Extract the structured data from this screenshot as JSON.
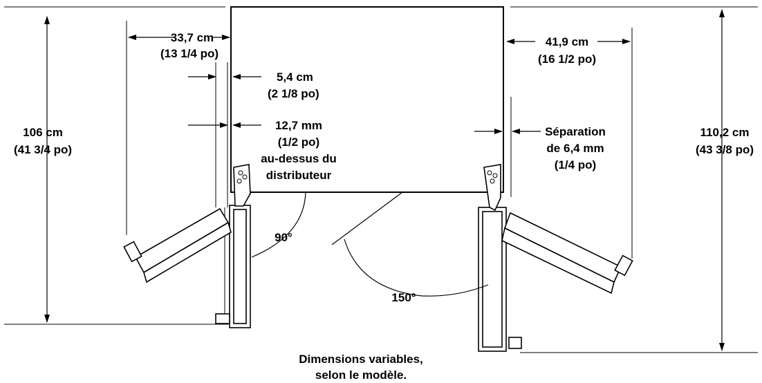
{
  "labels": {
    "height_left_cm": "106 cm",
    "height_left_in": "(41 3/4 po)",
    "height_right_cm": "110,2 cm",
    "height_right_in": "(43 3/8 po)",
    "width_left_cm": "33,7 cm",
    "width_left_in": "(13 1/4 po)",
    "width_right_cm": "41,9 cm",
    "width_right_in": "(16 1/2 po)",
    "gap_left_cm": "5,4 cm",
    "gap_left_in": "(2 1/8 po)",
    "gap_dispenser_line1": "12,7 mm",
    "gap_dispenser_line2": "(1/2 po)",
    "gap_dispenser_line3": "au-dessus du",
    "gap_dispenser_line4": "distributeur",
    "separation_line1": "Séparation",
    "separation_line2": "de 6,4 mm",
    "separation_line3": "(1/4 po)",
    "angle_90": "90°",
    "angle_150": "150°",
    "note_line1": "Dimensions variables,",
    "note_line2": "selon le modèle."
  }
}
